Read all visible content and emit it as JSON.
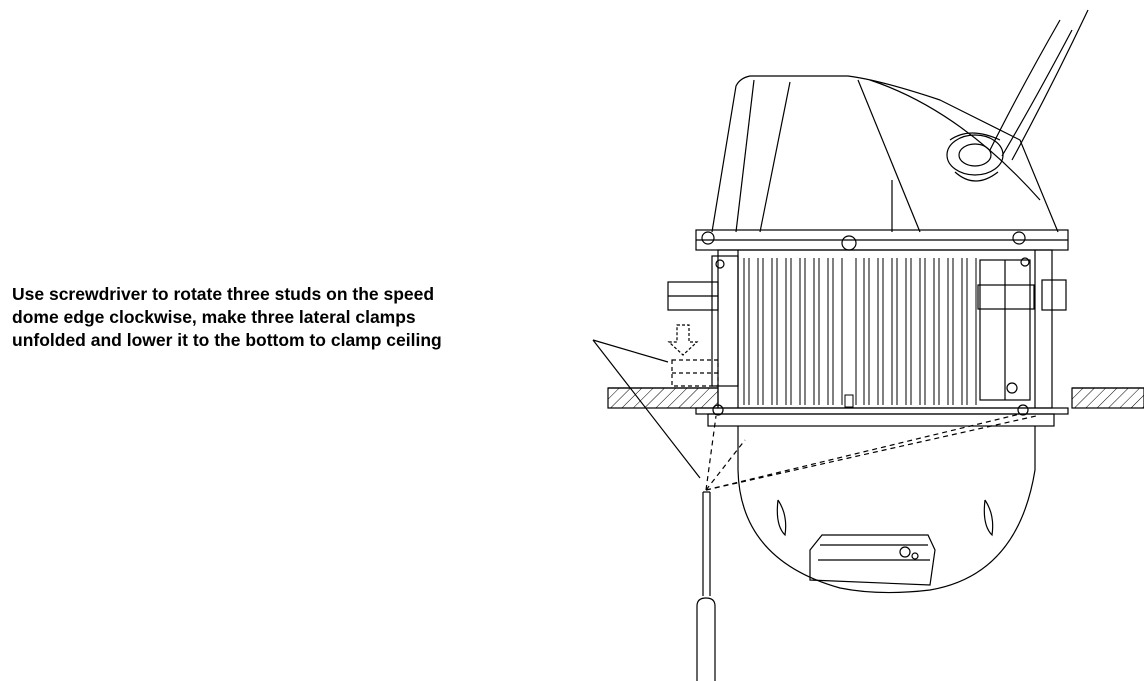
{
  "instruction": {
    "lines": [
      "Use screwdriver to rotate three studs on the speed",
      "dome edge clockwise, make three lateral clamps",
      "unfolded and lower it to the bottom to clamp ceiling"
    ]
  }
}
